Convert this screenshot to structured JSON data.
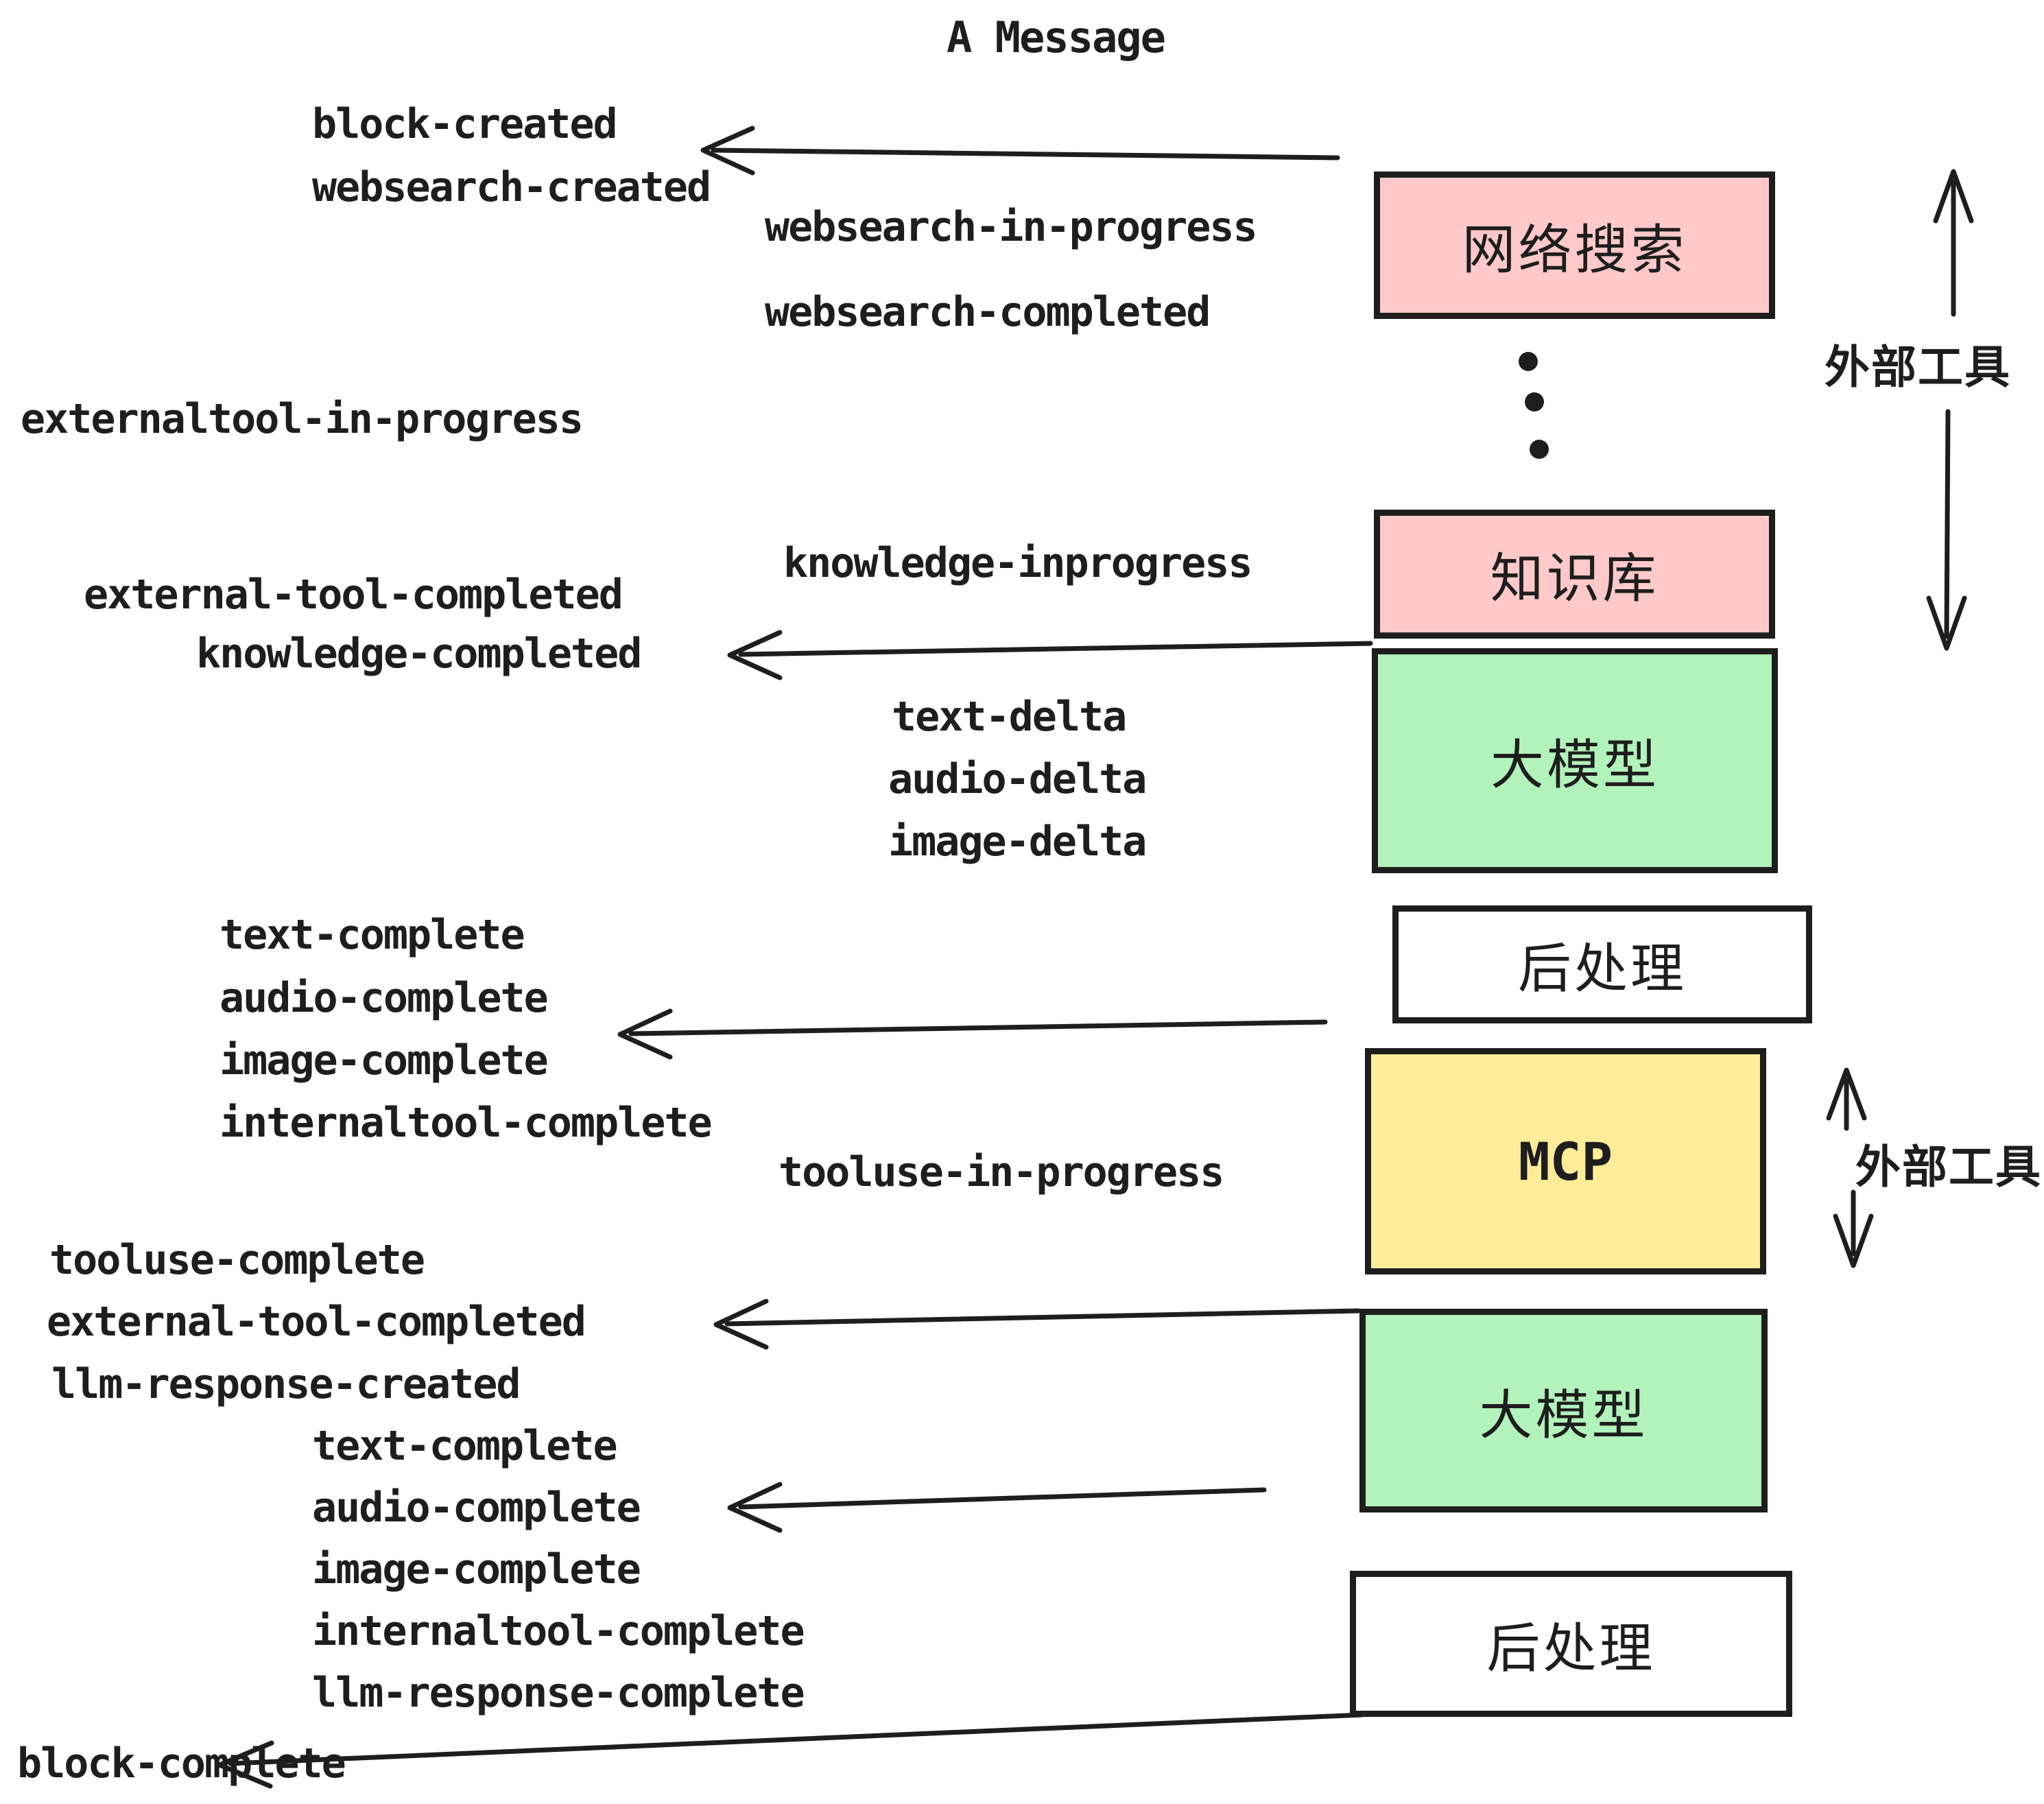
{
  "title": "A Message",
  "colors": {
    "ink": "#1e1e1e",
    "external_tool_box": "#ffc9c9",
    "llm_box": "#b2f2bb",
    "mcp_box": "#ffec99",
    "postprocess_box": "#ffffff"
  },
  "boxes": {
    "websearch": {
      "label": "网络搜索"
    },
    "knowledge": {
      "label": "知识库"
    },
    "llm1": {
      "label": "大模型"
    },
    "post1": {
      "label": "后处理"
    },
    "mcp": {
      "label": "MCP"
    },
    "llm2": {
      "label": "大模型"
    },
    "post2": {
      "label": "后处理"
    }
  },
  "side_labels": {
    "external_tools_top": "外部工具",
    "external_tools_bottom": "外部工具"
  },
  "events": {
    "block_created": "block-created",
    "websearch_created": "websearch-created",
    "websearch_in_progress": "websearch-in-progress",
    "websearch_completed": "websearch-completed",
    "externaltool_in_progress": "externaltool-in-progress",
    "knowledge_inprogress": "knowledge-inprogress",
    "external_tool_completed_1": "external-tool-completed",
    "knowledge_completed": "knowledge-completed",
    "text_delta_1": "text-delta",
    "audio_delta_1": "audio-delta",
    "image_delta_1": "image-delta",
    "text_complete_1": "text-complete",
    "audio_complete_1": "audio-complete",
    "image_complete_1": "image-complete",
    "internaltool_complete_1": "internaltool-complete",
    "tooluse_in_progress": "tooluse-in-progress",
    "tooluse_complete": "tooluse-complete",
    "external_tool_completed_2": "external-tool-completed",
    "llm_response_created": "llm-response-created",
    "text_complete_2": "text-complete",
    "audio_complete_2": "audio-complete",
    "image_complete_2": "image-complete",
    "internaltool_complete_2": "internaltool-complete",
    "llm_response_complete": "llm-response-complete",
    "block_complete": "block-complete"
  }
}
